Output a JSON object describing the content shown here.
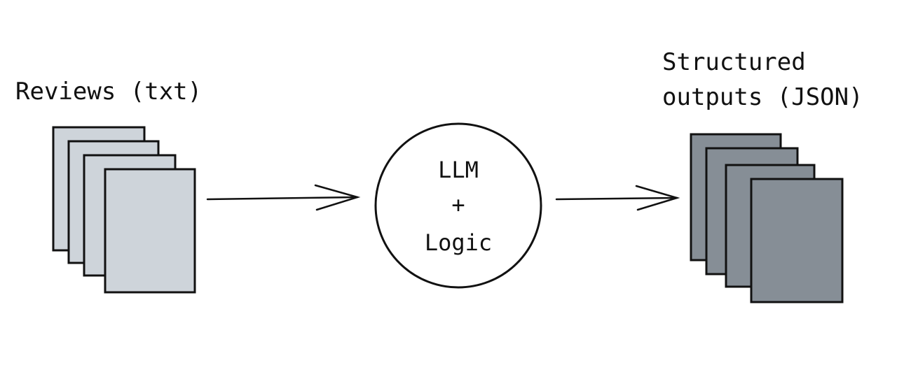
{
  "input": {
    "label": "Reviews (txt)",
    "fill": "#ced4da",
    "doc_count": 4
  },
  "process": {
    "line1": "LLM",
    "line2": "+",
    "line3": "Logic"
  },
  "output": {
    "label_line1": "Structured",
    "label_line2": "outputs (JSON)",
    "fill": "#868e96",
    "doc_count": 4
  },
  "stroke": "#111111"
}
